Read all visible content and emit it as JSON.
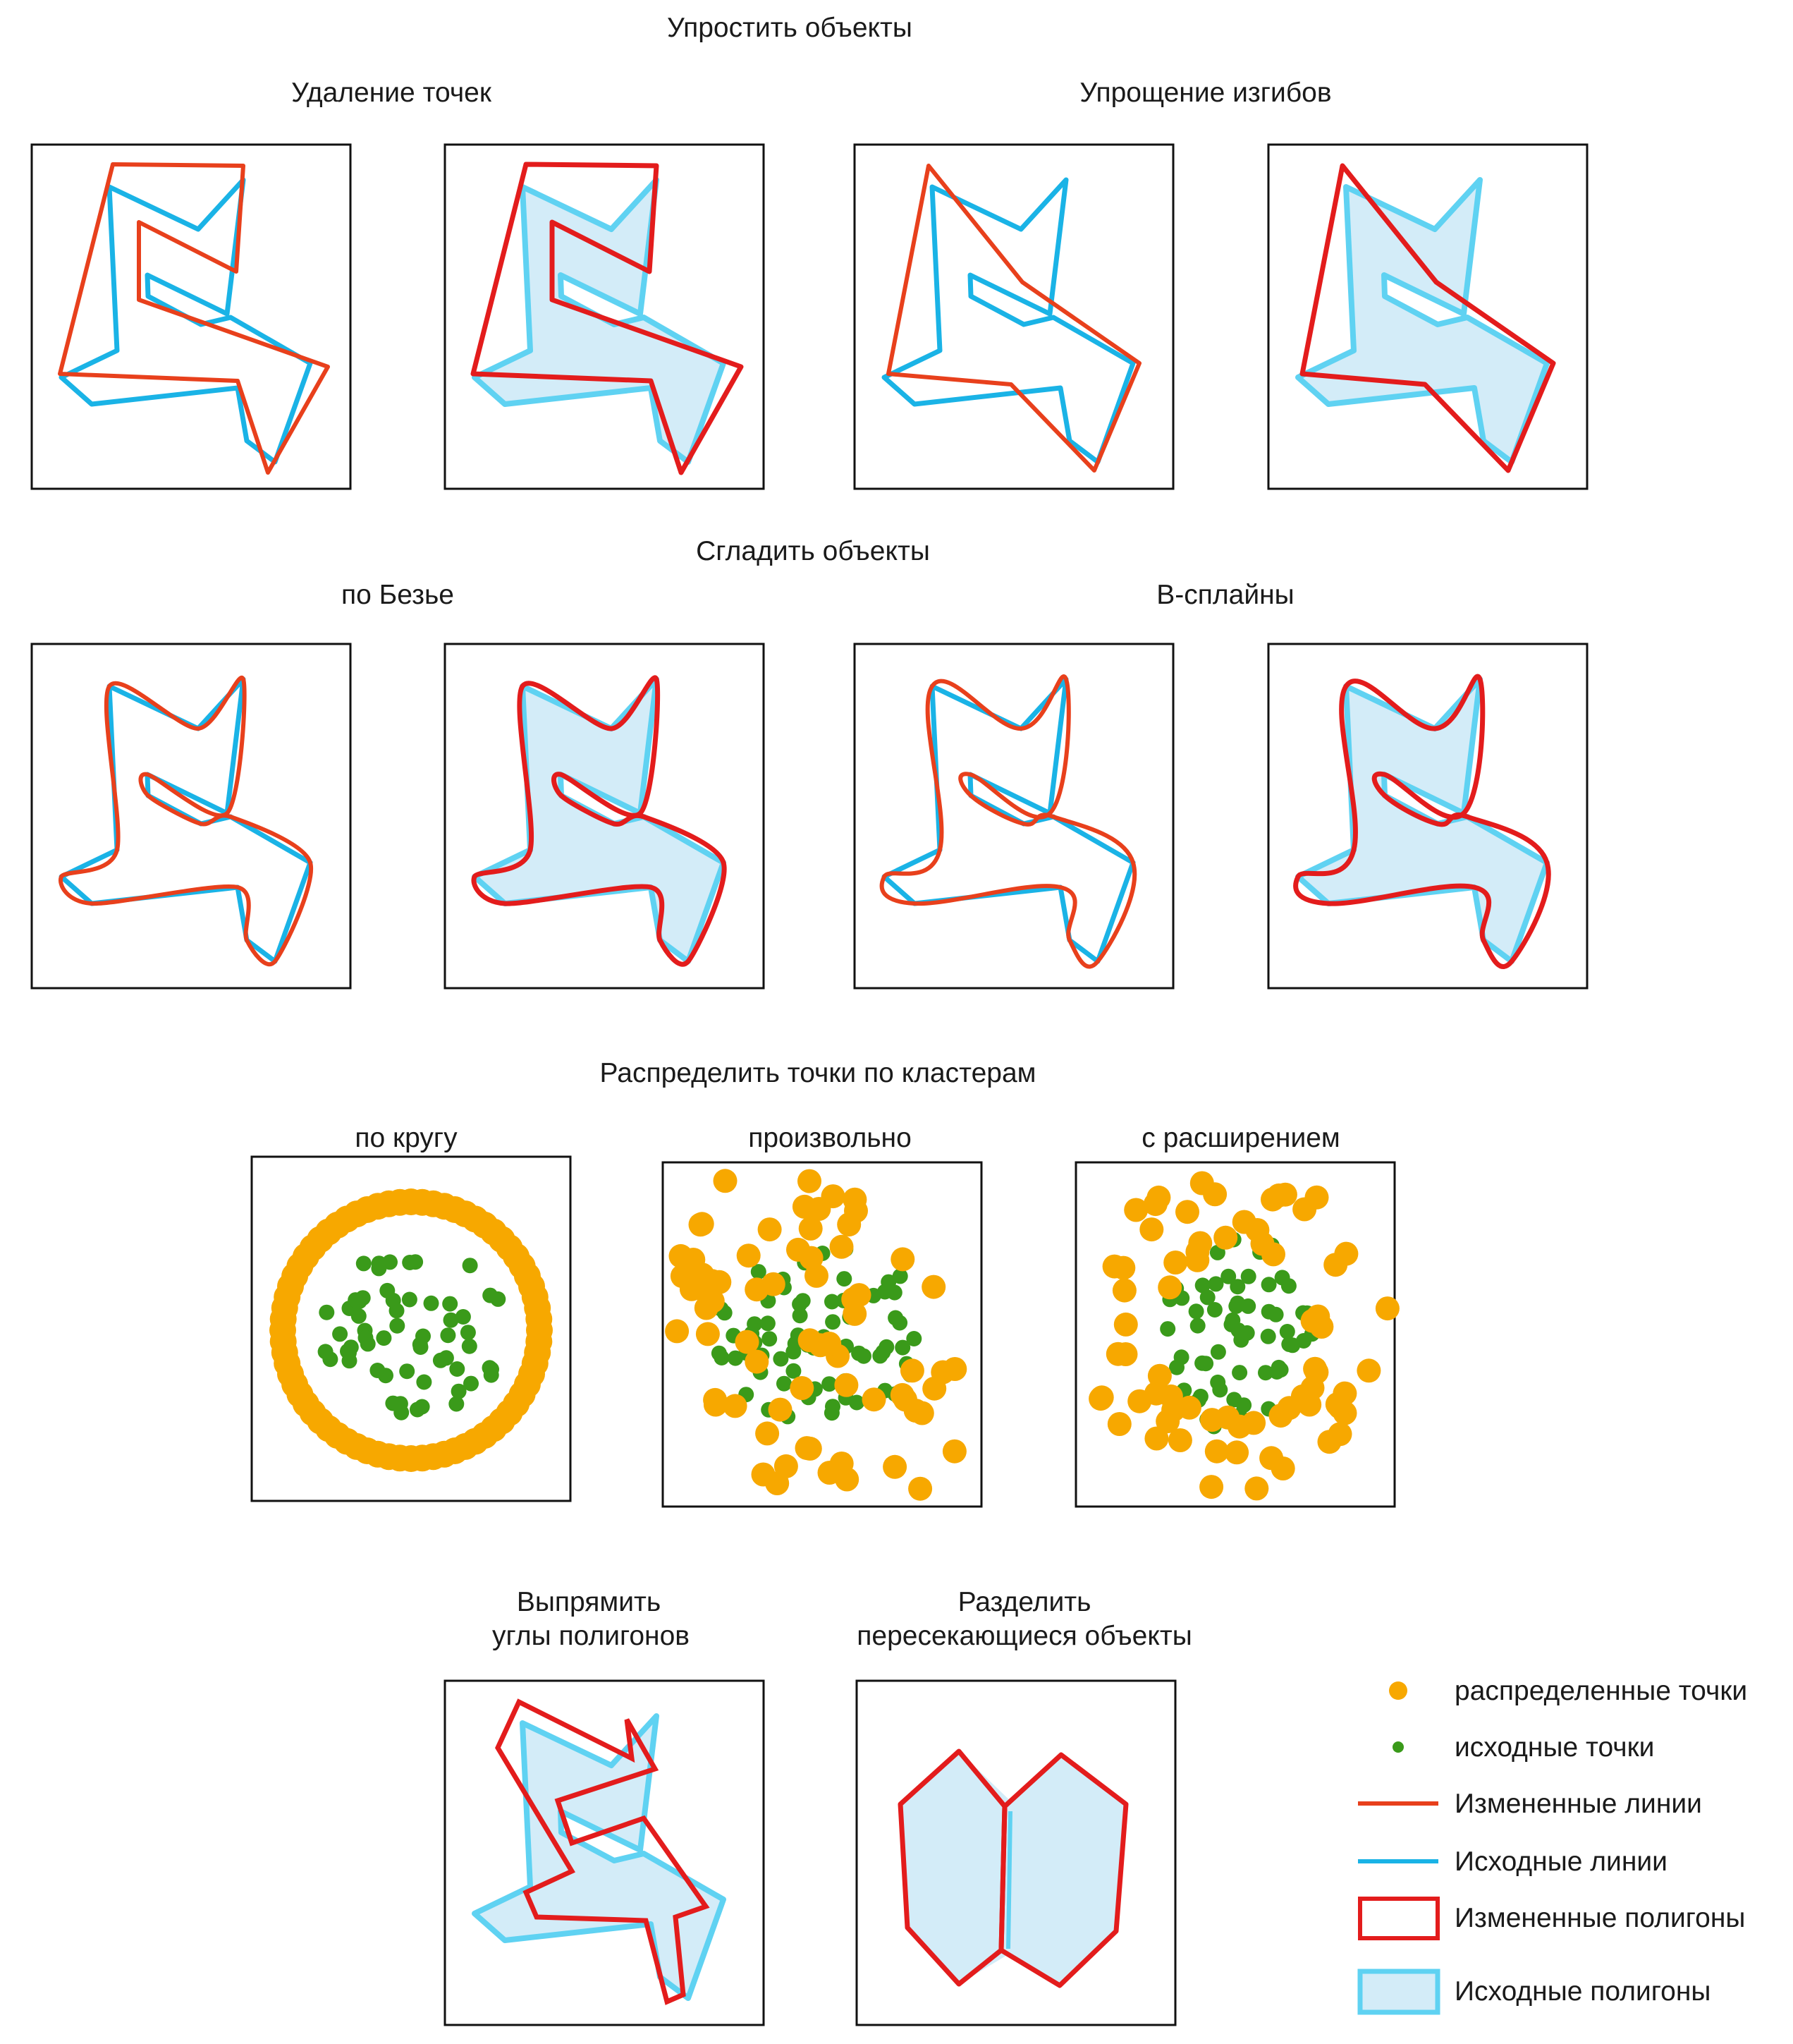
{
  "sections": {
    "simplify": {
      "title": "Упростить объекты",
      "left_subtitle": "Удаление точек",
      "right_subtitle": "Упрощение изгибов"
    },
    "smooth": {
      "title": "Сгладить объекты",
      "left_subtitle": "по Безье",
      "right_subtitle": "B-сплайны"
    },
    "disperse": {
      "title": "Распределить точки по кластерам",
      "circle_label": "по кругу",
      "random_label": "произвольно",
      "expand_label": "с расширением"
    },
    "orthogonalize": {
      "label_line1": "Выпрямить",
      "label_line2": "углы полигонов"
    },
    "split": {
      "label_line1": "Разделить",
      "label_line2": "пересекающиеся объекты"
    }
  },
  "legend": {
    "dispersed_points": "распределенные точки",
    "original_points": "исходные точки",
    "modified_lines": "Измененные линии",
    "original_lines": "Исходные линии",
    "modified_polygons": "Измененные полигоны",
    "original_polygons": "Исходные полигоны"
  },
  "colors": {
    "modified_line": "#e8401c",
    "modified_polygon": "#e31c1c",
    "original_line": "#1ab3e6",
    "original_polygon_stroke": "#5fd2f2",
    "original_polygon_fill": "#d3ecf8",
    "dispersed_point": "#f7a800",
    "original_point": "#3a9a1a"
  }
}
